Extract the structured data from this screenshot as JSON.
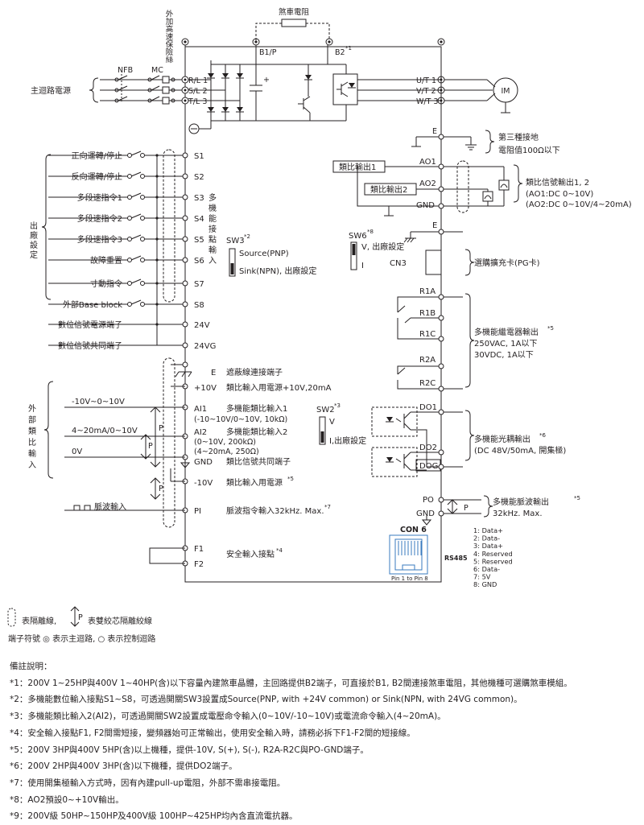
{
  "top": {
    "brake_resistor": "煞車電阻",
    "ext_brake_wire": "外加高速保險絲",
    "b1p": "B1/P",
    "b2": "B2",
    "b2_sup": "*1",
    "nfb": "NFB",
    "mc": "MC",
    "main_power": "主迴路電源",
    "r": "R/L 1",
    "s": "S/L 2",
    "t": "T/L 3",
    "u": "U/T 1",
    "v": "V/T 2",
    "w": "W/T 3",
    "motor": "IM",
    "minus": "⊖"
  },
  "ground": {
    "e": "E",
    "label1": "第三種接地",
    "label2": "電阻值100Ω以下"
  },
  "left_inputs": [
    {
      "label": "正向運轉/停止",
      "term": "S1"
    },
    {
      "label": "反向運轉/停止",
      "term": "S2"
    },
    {
      "label": "多段速指令1",
      "term": "S3"
    },
    {
      "label": "多段速指令2",
      "term": "S4"
    },
    {
      "label": "多段速指令3",
      "term": "S5"
    },
    {
      "label": "故障重置",
      "term": "S6"
    },
    {
      "label": "寸動指令",
      "term": "S7"
    },
    {
      "label": "外部Base block",
      "term": "S8"
    },
    {
      "label": "數位信號電源端子",
      "term": "24V"
    },
    {
      "label": "數位信號共同端子",
      "term": "24VG"
    }
  ],
  "factory_setting": "出廠設定",
  "multi_func_inputs": "多機能接點輸入",
  "sw3": {
    "label": "SW3",
    "sup": "*2",
    "source": "Source(PNP)",
    "sink": "Sink(NPN), 出廠設定"
  },
  "shield": {
    "term": "E",
    "label": "遮蔽線連接端子"
  },
  "analog": {
    "p10v": "+10V",
    "p10v_label": "類比輸入用電源+10V,20mA",
    "ai1": "AI1",
    "ai1_l1": "多機能類比輸入1",
    "ai1_l2": "(-10~10V/0~10V, 10kΩ)",
    "ai2": "AI2",
    "ai2_l1": "多機能類比輸入2",
    "ai2_l2": "(0~10V, 200kΩ)",
    "ai2_l3": "(4~20mA, 250Ω)",
    "gnd": "GND",
    "gnd_label": "類比信號共同端子",
    "m10v": "-10V",
    "m10v_label": "類比輸入用電源",
    "m10v_sup": "*5",
    "sig1": "-10V~0~10V",
    "sig2": "4~20mA/0~10V",
    "sig3": "0V",
    "ext_analog": "外部類比輸入",
    "p": "P"
  },
  "sw2": {
    "label": "SW2",
    "sup": "*3",
    "v": "V",
    "i": "I,出廠設定"
  },
  "pulse": {
    "term": "PI",
    "left": "脈波輸入",
    "label": "脈波指令輸入32kHz. Max.",
    "sup": "*7"
  },
  "safety": {
    "f1": "F1",
    "f2": "F2",
    "label": "安全輸入接點",
    "sup": "*4"
  },
  "analog_out": {
    "ao1": "AO1",
    "ao2": "AO2",
    "gnd": "GND",
    "box1": "類比輸出1",
    "box2": "類比輸出2",
    "l1": "類比信號輸出1, 2",
    "l2": "(AO1:DC 0~10V)",
    "l3": "(AO2:DC 0~10V/4~20mA)"
  },
  "sw6": {
    "label": "SW6",
    "sup": "*8",
    "v": "V, 出廠設定",
    "i": "I"
  },
  "cn3": {
    "e": "E",
    "label": "CN3",
    "card": "選購擴充卡(PG卡)"
  },
  "relay": {
    "r1a": "R1A",
    "r1b": "R1B",
    "r1c": "R1C",
    "r2a": "R2A",
    "r2c": "R2C",
    "l1": "多機能繼電器輸出",
    "sup": "*5",
    "l2": "250VAC, 1A以下",
    "l3": "30VDC, 1A以下"
  },
  "photo": {
    "do1": "DO1",
    "do2": "DO2",
    "dog": "DOG",
    "l1": "多機能光耦輸出",
    "sup": "*6",
    "l2": "(DC 48V/50mA, 開集極)"
  },
  "pulse_out": {
    "po": "PO",
    "gnd": "GND",
    "l1": "多機能脈波輸出",
    "sup": "*5",
    "l2": "32kHz. Max."
  },
  "con6": {
    "title": "CON 6",
    "rs485": "RS485",
    "pins_caption": "Pin 1 to Pin 8",
    "pins": [
      "1: Data+",
      "2: Data-",
      "3: Data+",
      "4: Reserved",
      "5: Reserved",
      "6: Data-",
      "7: 5V",
      "8: GND"
    ]
  },
  "legend": {
    "isolation": "表隔離線,",
    "twisted": "表雙絞芯隔離絞線",
    "p": "P",
    "terminal": "端子符號 ◎ 表示主迴路, ○ 表示控制迴路"
  },
  "notes": {
    "title": "備註說明：",
    "items": [
      "*1：200V 1~25HP與400V 1~40HP(含)以下容量內建煞車晶體，主回路提供B2端子，可直接於B1, B2間連接煞車電阻，其他機種可選購煞車模組。",
      "*2：多機能數位輸入接點S1~S8，可透過開關SW3設置成Source(PNP, with +24V common) or Sink(NPN, with 24VG common)。",
      "*3：多機能類比輸入2(AI2)，可透過開關SW2設置成電壓命令輸入(0~10V/-10~10V)或電流命令輸入(4~20mA)。",
      "*4：安全輸入接點F1, F2間需短接，變頻器始可正常輸出，使用安全輸入時，請務必拆下F1-F2間的短接線。",
      "*5：200V 3HP與400V 5HP(含)以上機種，提供-10V, S(+), S(-), R2A-R2C與PO-GND端子。",
      "*6：200V 2HP與400V 3HP(含)以下機種，提供DO2端子。",
      "*7：使用開集極輸入方式時，因有內建pull-up電阻，外部不需串接電阻。",
      "*8：AO2預設0~+10V輸出。",
      "*9：200V級 50HP~150HP及400V級 100HP~425HP均內含直流電抗器。"
    ]
  }
}
